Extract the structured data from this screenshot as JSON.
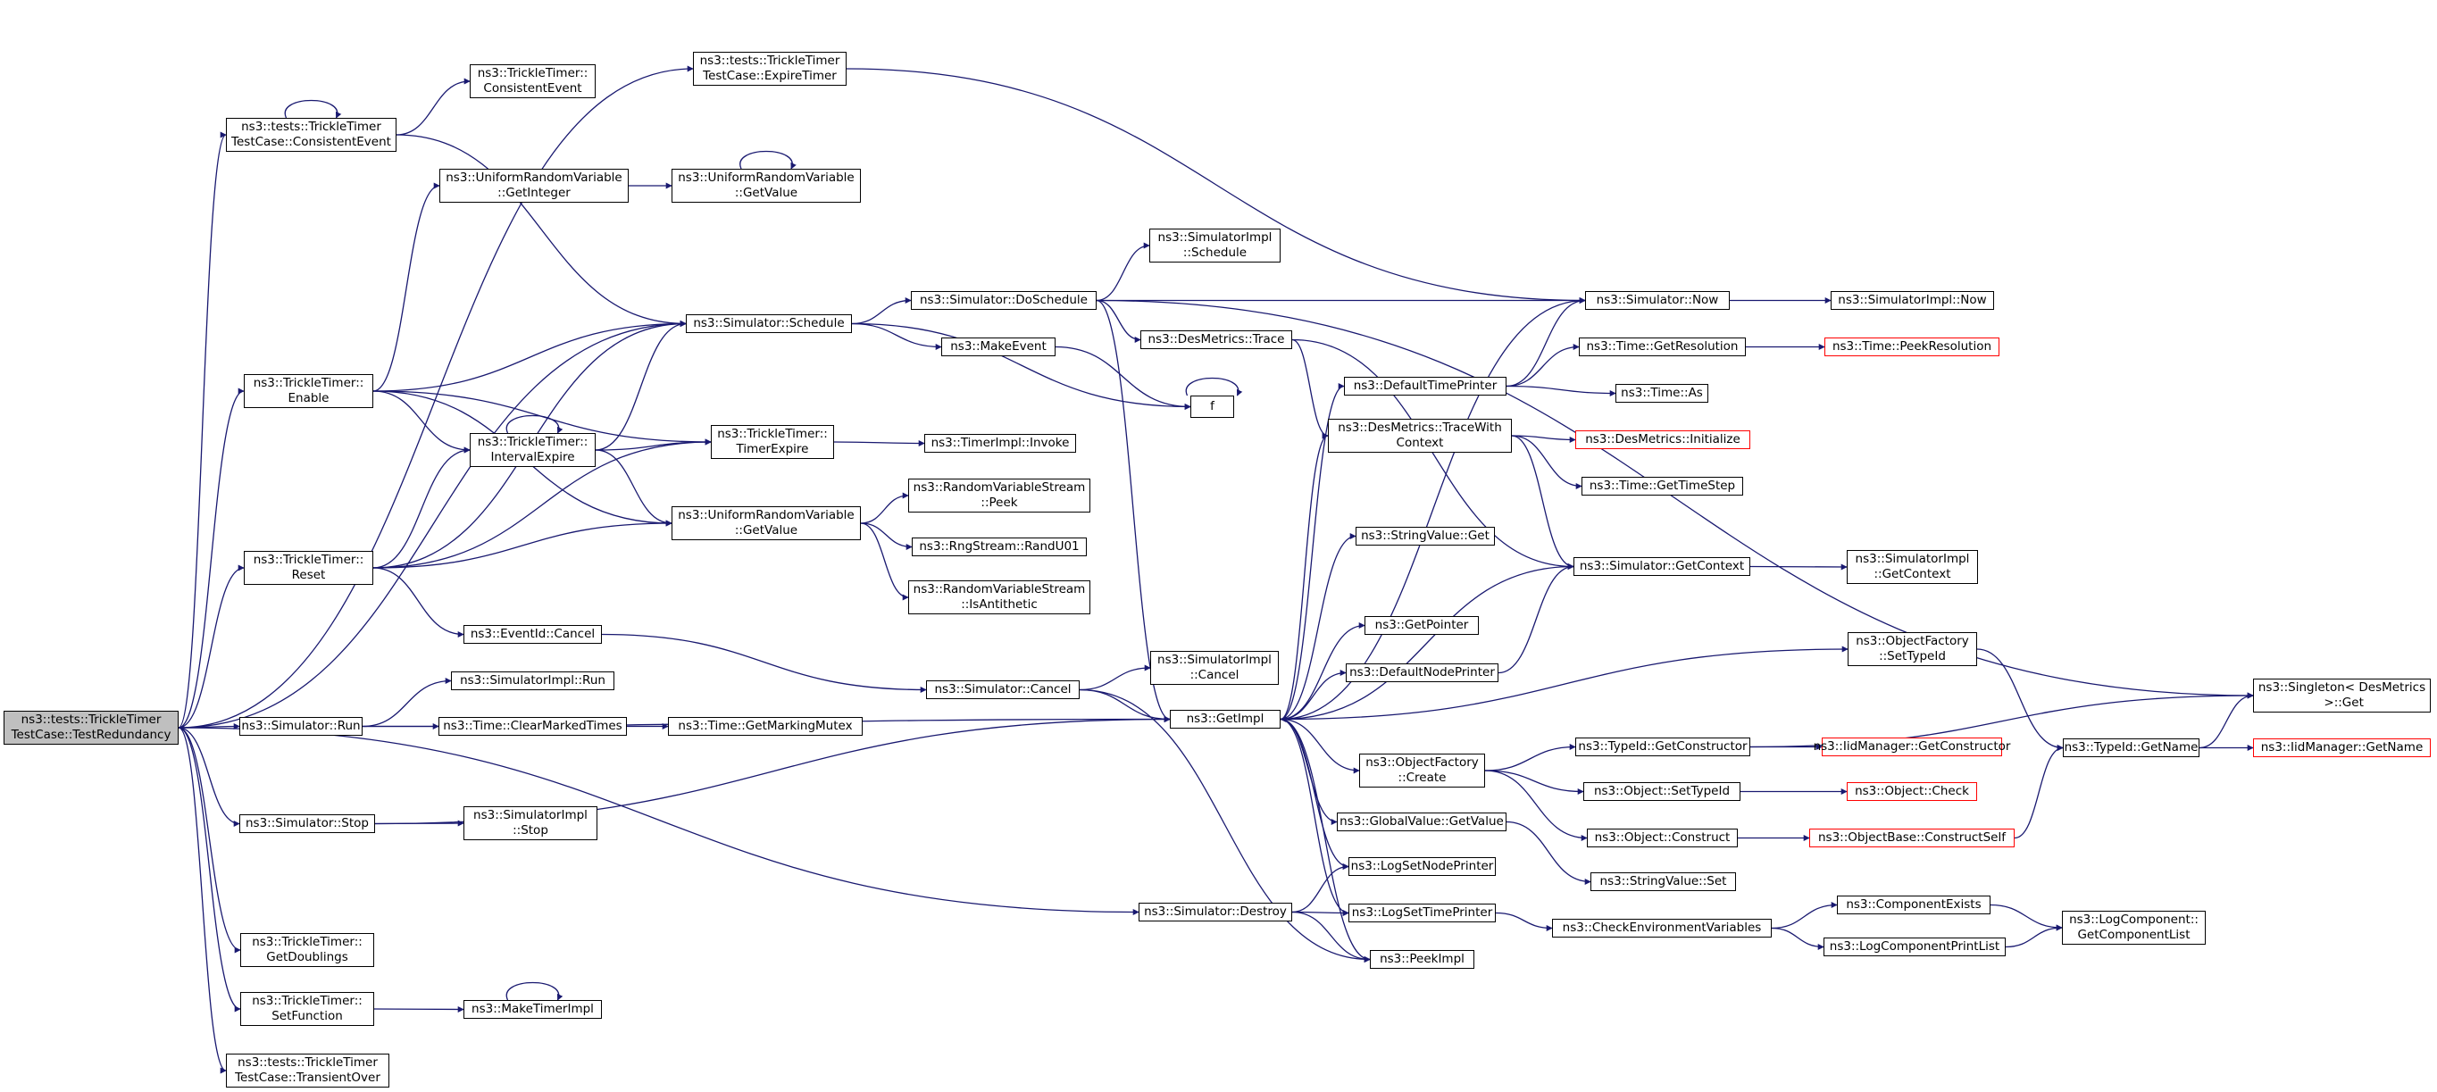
{
  "colors": {
    "edge": "#191970",
    "node_border": "#000000",
    "external_border": "#ff0000",
    "root_fill": "#bfbfbf"
  },
  "nodes": [
    {
      "id": "root",
      "label": "ns3::tests::TrickleTimer\nTestCase::TestRedundancy",
      "root": true
    },
    {
      "id": "ce",
      "label": "ns3::tests::TrickleTimer\nTestCase::ConsistentEvent"
    },
    {
      "id": "tt_ce",
      "label": "ns3::TrickleTimer::\nConsistentEvent"
    },
    {
      "id": "et",
      "label": "ns3::tests::TrickleTimer\nTestCase::ExpireTimer"
    },
    {
      "id": "urv_gi",
      "label": "ns3::UniformRandomVariable\n::GetInteger"
    },
    {
      "id": "urv_gv1",
      "label": "ns3::UniformRandomVariable\n::GetValue"
    },
    {
      "id": "si_sched",
      "label": "ns3::SimulatorImpl\n::Schedule"
    },
    {
      "id": "s_dosched",
      "label": "ns3::Simulator::DoSchedule"
    },
    {
      "id": "s_sched",
      "label": "ns3::Simulator::Schedule"
    },
    {
      "id": "make_event",
      "label": "ns3::MakeEvent"
    },
    {
      "id": "dm_trace",
      "label": "ns3::DesMetrics::Trace"
    },
    {
      "id": "s_now",
      "label": "ns3::Simulator::Now"
    },
    {
      "id": "si_now",
      "label": "ns3::SimulatorImpl::Now"
    },
    {
      "id": "t_getres",
      "label": "ns3::Time::GetResolution"
    },
    {
      "id": "t_peekres",
      "label": "ns3::Time::PeekResolution",
      "red": true
    },
    {
      "id": "dtp",
      "label": "ns3::DefaultTimePrinter"
    },
    {
      "id": "t_as",
      "label": "ns3::Time::As"
    },
    {
      "id": "f",
      "label": "f"
    },
    {
      "id": "dm_twc",
      "label": "ns3::DesMetrics::TraceWith\nContext"
    },
    {
      "id": "dm_init",
      "label": "ns3::DesMetrics::Initialize",
      "red": true
    },
    {
      "id": "t_gts",
      "label": "ns3::Time::GetTimeStep"
    },
    {
      "id": "tt_enable",
      "label": "ns3::TrickleTimer::\nEnable"
    },
    {
      "id": "tt_ie",
      "label": "ns3::TrickleTimer::\nIntervalExpire"
    },
    {
      "id": "tt_te",
      "label": "ns3::TrickleTimer::\nTimerExpire"
    },
    {
      "id": "ti_invoke",
      "label": "ns3::TimerImpl::Invoke"
    },
    {
      "id": "urv_gv2",
      "label": "ns3::UniformRandomVariable\n::GetValue"
    },
    {
      "id": "rvs_peek",
      "label": "ns3::RandomVariableStream\n::Peek"
    },
    {
      "id": "rng_randu",
      "label": "ns3::RngStream::RandU01"
    },
    {
      "id": "rvs_anti",
      "label": "ns3::RandomVariableStream\n::IsAntithetic"
    },
    {
      "id": "tt_reset",
      "label": "ns3::TrickleTimer::\nReset"
    },
    {
      "id": "eid_cancel",
      "label": "ns3::EventId::Cancel"
    },
    {
      "id": "sv_get",
      "label": "ns3::StringValue::Get"
    },
    {
      "id": "s_getctx",
      "label": "ns3::Simulator::GetContext"
    },
    {
      "id": "si_getctx",
      "label": "ns3::SimulatorImpl\n::GetContext"
    },
    {
      "id": "getptr",
      "label": "ns3::GetPointer"
    },
    {
      "id": "dnp",
      "label": "ns3::DefaultNodePrinter"
    },
    {
      "id": "of_settid",
      "label": "ns3::ObjectFactory\n::SetTypeId"
    },
    {
      "id": "si_run",
      "label": "ns3::SimulatorImpl::Run"
    },
    {
      "id": "s_cancel",
      "label": "ns3::Simulator::Cancel"
    },
    {
      "id": "si_cancel",
      "label": "ns3::SimulatorImpl\n::Cancel"
    },
    {
      "id": "s_run",
      "label": "ns3::Simulator::Run"
    },
    {
      "id": "t_cmt",
      "label": "ns3::Time::ClearMarkedTimes"
    },
    {
      "id": "t_gmm",
      "label": "ns3::Time::GetMarkingMutex"
    },
    {
      "id": "getimpl",
      "label": "ns3::GetImpl"
    },
    {
      "id": "singleton",
      "label": "ns3::Singleton< DesMetrics\n >::Get"
    },
    {
      "id": "of_create",
      "label": "ns3::ObjectFactory\n::Create"
    },
    {
      "id": "tid_getctor",
      "label": "ns3::TypeId::GetConstructor"
    },
    {
      "id": "iid_getctor",
      "label": "ns3::IidManager::GetConstructor",
      "red": true
    },
    {
      "id": "tid_getname",
      "label": "ns3::TypeId::GetName"
    },
    {
      "id": "iid_getname",
      "label": "ns3::IidManager::GetName",
      "red": true
    },
    {
      "id": "s_stop",
      "label": "ns3::Simulator::Stop"
    },
    {
      "id": "si_stop",
      "label": "ns3::SimulatorImpl\n::Stop"
    },
    {
      "id": "gv_getval",
      "label": "ns3::GlobalValue::GetValue"
    },
    {
      "id": "obj_settid",
      "label": "ns3::Object::SetTypeId"
    },
    {
      "id": "obj_check",
      "label": "ns3::Object::Check",
      "red": true
    },
    {
      "id": "obj_construct",
      "label": "ns3::Object::Construct"
    },
    {
      "id": "ob_cs",
      "label": "ns3::ObjectBase::ConstructSelf",
      "red": true
    },
    {
      "id": "sv_set",
      "label": "ns3::StringValue::Set"
    },
    {
      "id": "lsnp",
      "label": "ns3::LogSetNodePrinter"
    },
    {
      "id": "s_destroy",
      "label": "ns3::Simulator::Destroy"
    },
    {
      "id": "lstp",
      "label": "ns3::LogSetTimePrinter"
    },
    {
      "id": "cev",
      "label": "ns3::CheckEnvironmentVariables"
    },
    {
      "id": "comp_exists",
      "label": "ns3::ComponentExists"
    },
    {
      "id": "lc_gcl",
      "label": "ns3::LogComponent::\nGetComponentList"
    },
    {
      "id": "lcpl",
      "label": "ns3::LogComponentPrintList"
    },
    {
      "id": "peekimpl",
      "label": "ns3::PeekImpl"
    },
    {
      "id": "tt_gd",
      "label": "ns3::TrickleTimer::\nGetDoublings"
    },
    {
      "id": "tt_sf",
      "label": "ns3::TrickleTimer::\nSetFunction"
    },
    {
      "id": "mti",
      "label": "ns3::MakeTimerImpl"
    },
    {
      "id": "to",
      "label": "ns3::tests::TrickleTimer\nTestCase::TransientOver"
    }
  ],
  "edges": [
    [
      "root",
      "ce"
    ],
    [
      "root",
      "et"
    ],
    [
      "root",
      "s_sched"
    ],
    [
      "root",
      "tt_enable"
    ],
    [
      "root",
      "tt_reset"
    ],
    [
      "root",
      "s_run"
    ],
    [
      "root",
      "s_stop"
    ],
    [
      "root",
      "s_destroy"
    ],
    [
      "root",
      "tt_gd"
    ],
    [
      "root",
      "tt_sf"
    ],
    [
      "root",
      "to"
    ],
    [
      "ce",
      "ce"
    ],
    [
      "ce",
      "tt_ce"
    ],
    [
      "ce",
      "s_sched"
    ],
    [
      "et",
      "s_now"
    ],
    [
      "urv_gi",
      "urv_gv1"
    ],
    [
      "urv_gv1",
      "urv_gv1"
    ],
    [
      "s_sched",
      "s_dosched"
    ],
    [
      "s_sched",
      "make_event"
    ],
    [
      "s_sched",
      "f"
    ],
    [
      "s_dosched",
      "si_sched"
    ],
    [
      "s_dosched",
      "s_now"
    ],
    [
      "s_dosched",
      "dm_trace"
    ],
    [
      "s_dosched",
      "singleton"
    ],
    [
      "s_dosched",
      "getimpl"
    ],
    [
      "make_event",
      "f"
    ],
    [
      "f",
      "f"
    ],
    [
      "dm_trace",
      "dm_twc"
    ],
    [
      "dm_trace",
      "s_getctx"
    ],
    [
      "dm_twc",
      "dm_init"
    ],
    [
      "dm_twc",
      "t_gts"
    ],
    [
      "dm_twc",
      "s_getctx"
    ],
    [
      "s_now",
      "si_now"
    ],
    [
      "s_now",
      "getimpl"
    ],
    [
      "dtp",
      "s_now"
    ],
    [
      "dtp",
      "t_getres"
    ],
    [
      "dtp",
      "t_as"
    ],
    [
      "t_getres",
      "t_peekres"
    ],
    [
      "tt_enable",
      "urv_gi"
    ],
    [
      "tt_enable",
      "s_sched"
    ],
    [
      "tt_enable",
      "tt_ie"
    ],
    [
      "tt_enable",
      "tt_te"
    ],
    [
      "tt_enable",
      "urv_gv2"
    ],
    [
      "tt_ie",
      "tt_ie"
    ],
    [
      "tt_ie",
      "s_sched"
    ],
    [
      "tt_ie",
      "tt_te"
    ],
    [
      "tt_ie",
      "urv_gv2"
    ],
    [
      "tt_te",
      "ti_invoke"
    ],
    [
      "urv_gv2",
      "rvs_peek"
    ],
    [
      "urv_gv2",
      "rng_randu"
    ],
    [
      "urv_gv2",
      "rvs_anti"
    ],
    [
      "tt_reset",
      "s_sched"
    ],
    [
      "tt_reset",
      "tt_ie"
    ],
    [
      "tt_reset",
      "tt_te"
    ],
    [
      "tt_reset",
      "urv_gv2"
    ],
    [
      "tt_reset",
      "eid_cancel"
    ],
    [
      "eid_cancel",
      "s_cancel"
    ],
    [
      "s_cancel",
      "si_cancel"
    ],
    [
      "s_cancel",
      "getimpl"
    ],
    [
      "s_cancel",
      "peekimpl"
    ],
    [
      "s_run",
      "si_run"
    ],
    [
      "s_run",
      "t_cmt"
    ],
    [
      "s_run",
      "getimpl"
    ],
    [
      "t_cmt",
      "t_gmm"
    ],
    [
      "s_stop",
      "si_stop"
    ],
    [
      "s_stop",
      "getimpl"
    ],
    [
      "s_destroy",
      "lsnp"
    ],
    [
      "s_destroy",
      "lstp"
    ],
    [
      "s_destroy",
      "peekimpl"
    ],
    [
      "getimpl",
      "dtp"
    ],
    [
      "getimpl",
      "dm_twc"
    ],
    [
      "getimpl",
      "sv_get"
    ],
    [
      "getimpl",
      "s_getctx"
    ],
    [
      "getimpl",
      "getptr"
    ],
    [
      "getimpl",
      "dnp"
    ],
    [
      "getimpl",
      "of_settid"
    ],
    [
      "getimpl",
      "of_create"
    ],
    [
      "getimpl",
      "gv_getval"
    ],
    [
      "getimpl",
      "lsnp"
    ],
    [
      "getimpl",
      "lstp"
    ],
    [
      "getimpl",
      "peekimpl"
    ],
    [
      "dnp",
      "s_getctx"
    ],
    [
      "s_getctx",
      "si_getctx"
    ],
    [
      "of_settid",
      "tid_getname"
    ],
    [
      "of_create",
      "tid_getctor"
    ],
    [
      "of_create",
      "obj_settid"
    ],
    [
      "of_create",
      "obj_construct"
    ],
    [
      "tid_getctor",
      "iid_getctor"
    ],
    [
      "tid_getctor",
      "singleton"
    ],
    [
      "tid_getname",
      "iid_getname"
    ],
    [
      "tid_getname",
      "singleton"
    ],
    [
      "obj_settid",
      "obj_check"
    ],
    [
      "obj_construct",
      "ob_cs"
    ],
    [
      "ob_cs",
      "tid_getname"
    ],
    [
      "gv_getval",
      "sv_set"
    ],
    [
      "lstp",
      "cev"
    ],
    [
      "cev",
      "comp_exists"
    ],
    [
      "cev",
      "lcpl"
    ],
    [
      "comp_exists",
      "lc_gcl"
    ],
    [
      "lcpl",
      "lc_gcl"
    ],
    [
      "tt_sf",
      "mti"
    ],
    [
      "mti",
      "mti"
    ]
  ]
}
